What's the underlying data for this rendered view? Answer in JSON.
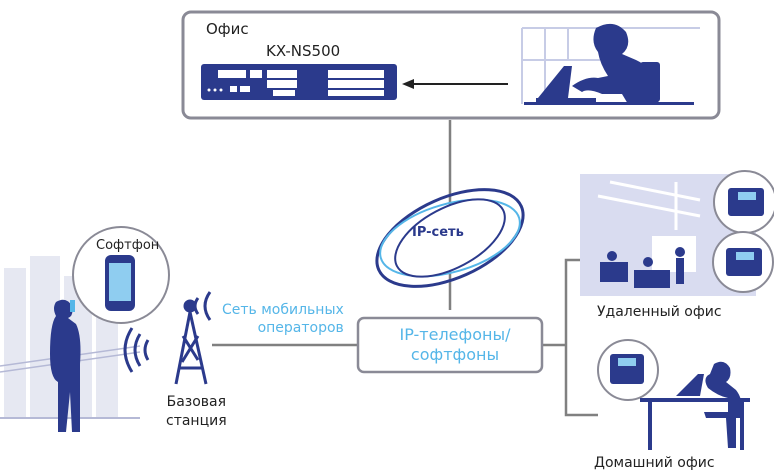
{
  "office": {
    "title": "Офис",
    "model": "KX-NS500"
  },
  "network": {
    "label": "IP-сеть"
  },
  "softphone_bubble": {
    "label": "Софтфон"
  },
  "mobile_network": {
    "line1": "Сеть мобильных",
    "line2": "операторов"
  },
  "base_station": {
    "line1": "Базовая",
    "line2": "станция"
  },
  "ip_phones": {
    "line1": "IP-телефоны/",
    "line2": "софтфоны"
  },
  "remote_office": {
    "label": "Удаленный офис"
  },
  "home_office": {
    "label": "Домашний офис"
  },
  "colors": {
    "frame": "#8a8a96",
    "navy": "#2b3a8c",
    "accent": "#55b6e8",
    "line": "#808080",
    "scene": "#d9dcf0"
  }
}
